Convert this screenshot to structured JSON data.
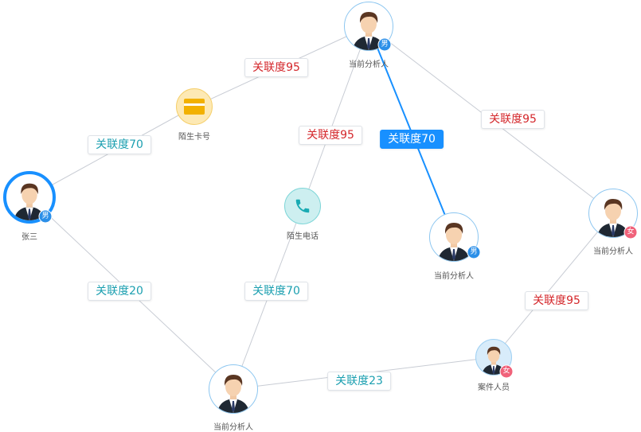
{
  "nodes": {
    "zhangsan": {
      "label": "张三",
      "gender": "男"
    },
    "top": {
      "label": "当前分析人",
      "gender": "男"
    },
    "mid": {
      "label": "当前分析人",
      "gender": "男"
    },
    "right": {
      "label": "当前分析人",
      "gender": "女"
    },
    "bottom": {
      "label": "当前分析人"
    },
    "case": {
      "label": "案件人员",
      "gender": "女"
    },
    "card": {
      "label": "陌生卡号",
      "icon": "bank-card-icon"
    },
    "phone": {
      "label": "陌生电话",
      "icon": "phone-icon"
    }
  },
  "relations": {
    "zhangsan_card": "关联度70",
    "card_top": "关联度95",
    "phone_top": "关联度95",
    "top_mid": "关联度70",
    "top_right": "关联度95",
    "zhangsan_bottom": "关联度20",
    "phone_bottom": "关联度70",
    "right_case": "关联度95",
    "bottom_case": "关联度23"
  },
  "colors": {
    "active": "#1890ff",
    "male_badge": "#2b8fe8",
    "female_badge": "#f0627a",
    "relation_high": "#d4272b",
    "relation_other": "#1b9fb0",
    "edge": "#c8ccd4"
  }
}
